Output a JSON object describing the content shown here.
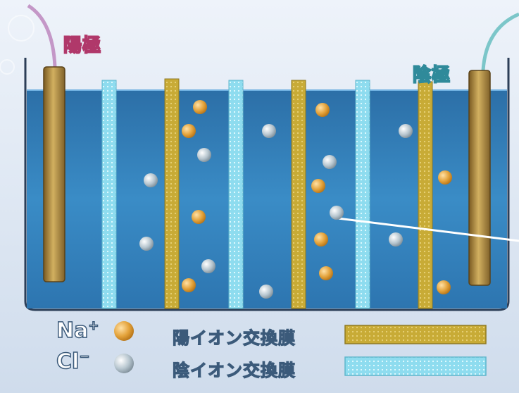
{
  "labels": {
    "anode": "陽極",
    "cathode": "陰極"
  },
  "legend": {
    "na_symbol": "Na",
    "na_charge": "+",
    "cl_symbol": "Cl",
    "cl_charge": "−",
    "cation_membrane": "陽イオン交換膜",
    "anion_membrane": "陰イオン交換膜"
  },
  "colors": {
    "water": "#2f76ad",
    "electrode": "#b08c3e",
    "cation_membrane": "#c9ad38",
    "anion_membrane": "#8fe0f2",
    "na_ion": "#e3a23a",
    "cl_ion": "#b7c6cf"
  }
}
